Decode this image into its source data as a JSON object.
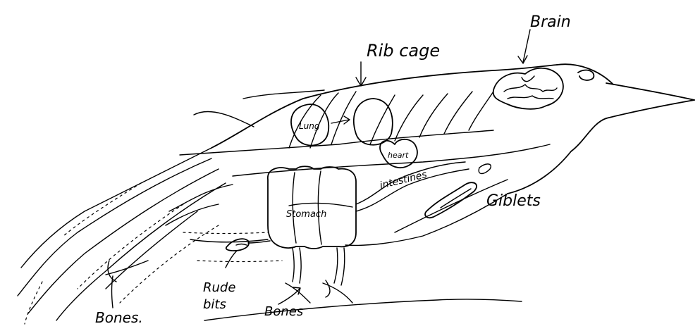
{
  "diagram": {
    "labels": {
      "rib_cage": "Rib cage",
      "brain": "Brain",
      "lung": "Lung",
      "heart": "heart",
      "intestines": "intestines",
      "giblets": "Giblets",
      "stomach": "Stomach",
      "rude_bits_line1": "Rude",
      "rude_bits_line2": "bits",
      "bones_left": "Bones.",
      "bones_bottom": "Bones"
    }
  }
}
